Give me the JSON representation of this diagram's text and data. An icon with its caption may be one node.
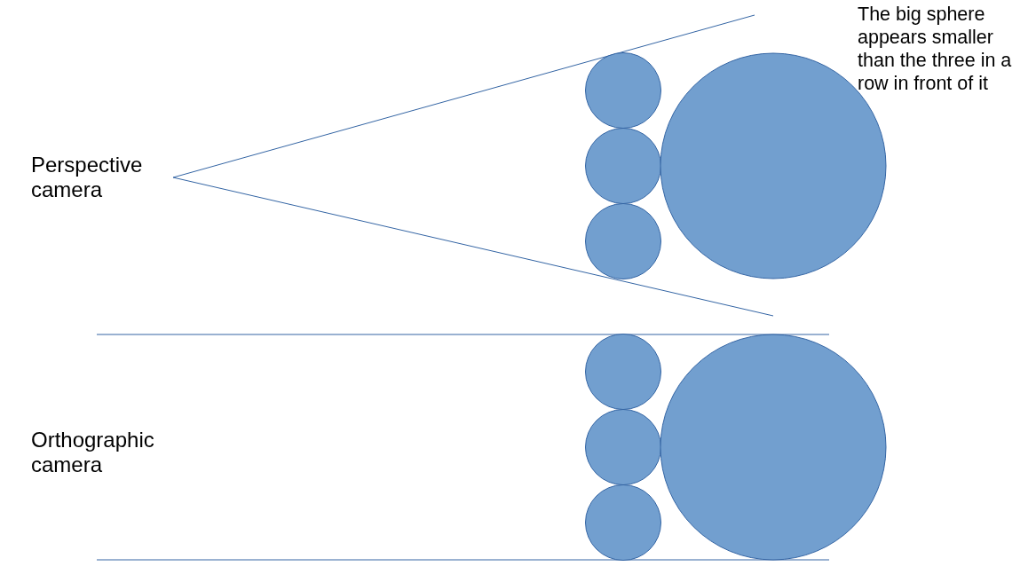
{
  "diagram": {
    "labels": [
      "The big sphere appears smaller than the three in a row in front of it",
      "Perspective camera",
      "Orthographic camera"
    ]
  }
}
